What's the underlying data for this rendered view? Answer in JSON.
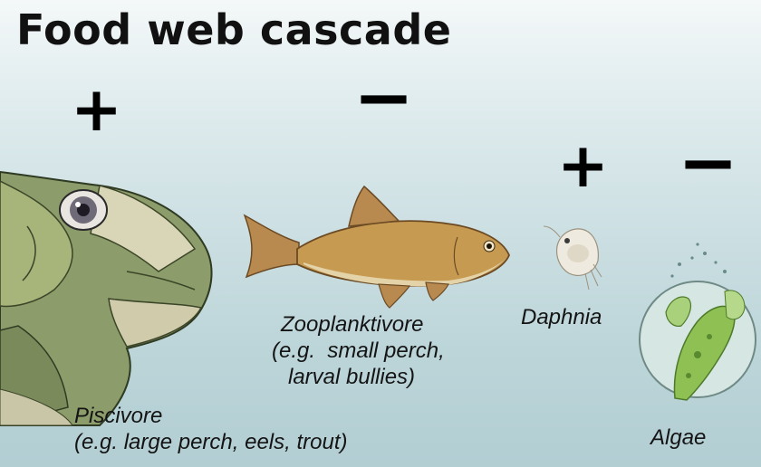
{
  "title": "Food web cascade",
  "signs": [
    "+",
    "−",
    "+",
    "−"
  ],
  "organisms": {
    "piscivore": {
      "name": "Piscivore",
      "examples": "(e.g. large perch, eels, trout)"
    },
    "zooplanktivore": {
      "name": "Zooplanktivore",
      "examples_line1": "(e.g.  small perch,",
      "examples_line2": "larval bullies)"
    },
    "daphnia": {
      "name": "Daphnia"
    },
    "algae": {
      "name": "Algae"
    }
  },
  "colors": {
    "water_light": "#e8f1f2",
    "water_dark": "#b8d2d6",
    "text": "#111111"
  }
}
